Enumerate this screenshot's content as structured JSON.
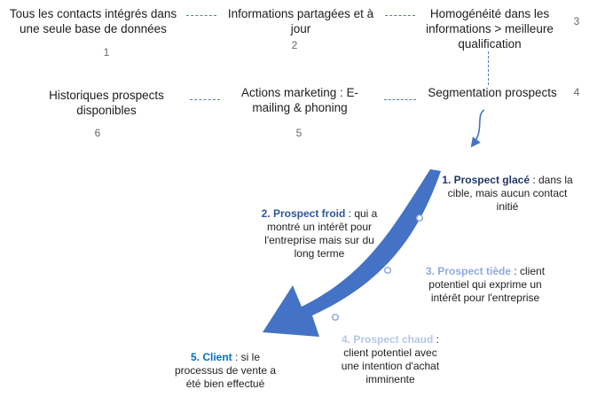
{
  "steps": [
    {
      "text": "Tous les contacts intégrés dans une seule base de données",
      "number": "1"
    },
    {
      "text": "Informations partagées et à jour",
      "number": "2"
    },
    {
      "text": "Homogénéité dans les informations > meilleure qualification",
      "number": "3"
    },
    {
      "text": "Segmentation prospects",
      "number": "4"
    },
    {
      "text": "Actions marketing : E-mailing & phoning",
      "number": "5"
    },
    {
      "text": "Historiques prospects disponibles",
      "number": "6"
    }
  ],
  "stages": [
    {
      "title": "1. Prospect glacé",
      "desc": " : dans la cible, mais aucun contact initié",
      "color": "#203864"
    },
    {
      "title": "2. Prospect froid",
      "desc": " : qui a montré un intérêt pour l'entreprise mais sur du long terme",
      "color": "#2f5597"
    },
    {
      "title": "3. Prospect tiède",
      "desc": " : client potentiel qui exprime un intérêt pour l'entreprise",
      "color": "#8faadc"
    },
    {
      "title": "4. Prospect chaud",
      "desc": " : client potentiel avec une intention d'achat imminente",
      "color": "#b4c7e7"
    },
    {
      "title": "5. Client",
      "desc": " : si le processus de vente a été bien effectué",
      "color": "#0070c0"
    }
  ],
  "colors": {
    "arrow": "#4472c4",
    "connector": "#4a7ec0"
  }
}
